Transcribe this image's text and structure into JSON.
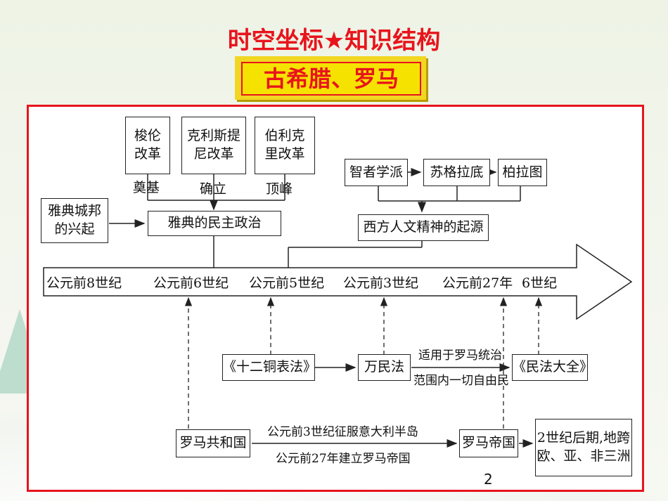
{
  "header": {
    "title": "时空坐标★知识结构",
    "subtitle": "古希腊、罗马"
  },
  "top": {
    "reform1": "梭伦\n改革",
    "reform2": "克利斯提\n尼改革",
    "reform3": "伯利克\n里改革",
    "label_foundation": "奠基",
    "label_establish": "确立",
    "label_peak": "顶峰",
    "rise": "雅典城邦\n的兴起",
    "democracy": "雅典的民主政治",
    "sophists": "智者学派",
    "socrates": "苏格拉底",
    "plato": "柏拉图",
    "humanism": "西方人文精神的起源"
  },
  "timeline": {
    "t1": "公元前8世纪",
    "t2": "公元前6世纪",
    "t3": "公元前5世纪",
    "t4": "公元前3世纪",
    "t5": "公元前27年",
    "t6": "6世纪"
  },
  "bottom": {
    "twelve_tables": "《十二铜表法》",
    "jus_gentium": "万民法",
    "note_top": "适用于罗马统治",
    "note_bottom": "范围内一切自由民",
    "corpus": "《民法大全》",
    "republic": "罗马共和国",
    "conquest": "公元前3世纪征服意大利半岛",
    "empire_founded": "公元前27年建立罗马帝国",
    "empire": "罗马帝国",
    "span_note": "2世纪后期,地跨\n欧、亚、非三洲"
  },
  "page_number": "2"
}
